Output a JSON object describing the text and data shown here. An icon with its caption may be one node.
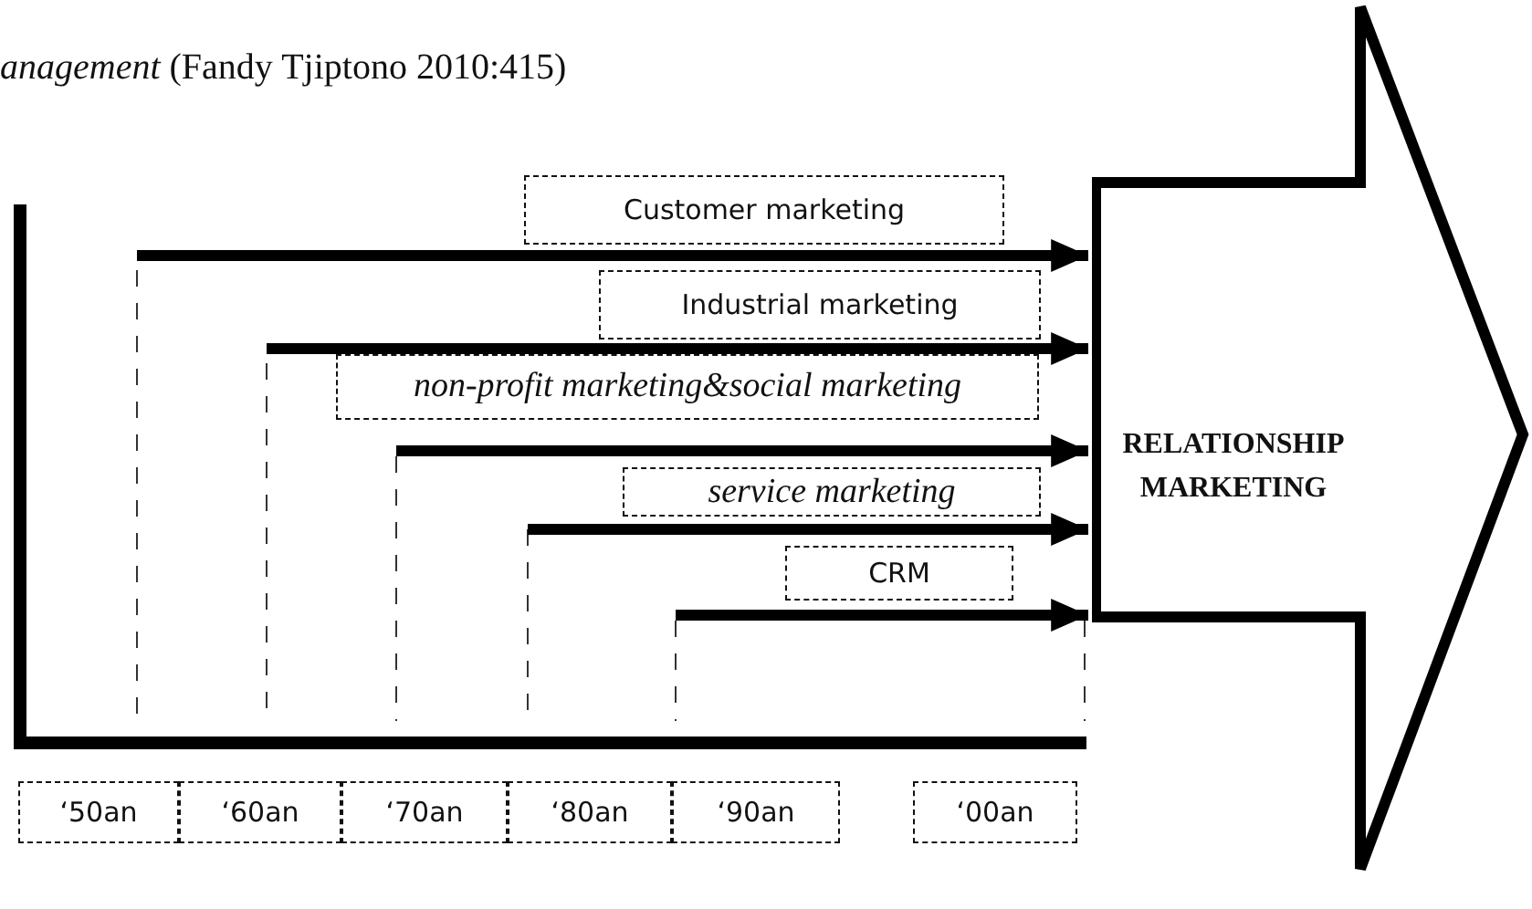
{
  "diagram": {
    "title": "*anagement* (Fandy Tjiptono 2010:415)",
    "nodes": [
      {
        "text": [
          "Customer marketing"
        ]
      },
      {
        "text": [
          "Industrial marketing"
        ]
      },
      {
        "text": [
          "non-profit marketing&social marketing"
        ]
      },
      {
        "text": [
          "service marketing"
        ]
      },
      {
        "text": [
          "CRM"
        ]
      },
      {
        "text": [
          "RELATIONSHIP MARKETING"
        ]
      },
      {
        "text": [
          "‘50an"
        ]
      },
      {
        "text": [
          "‘60an"
        ]
      },
      {
        "text": [
          "‘70an"
        ]
      },
      {
        "text": [
          "‘80an"
        ]
      },
      {
        "text": [
          "‘90an"
        ]
      },
      {
        "text": [
          "‘00an"
        ]
      }
    ],
    "edges": [
      {
        "from": null,
        "to": 5,
        "arrow": "to"
      },
      {
        "from": null,
        "to": 5,
        "arrow": "to"
      },
      {
        "from": null,
        "to": 5,
        "arrow": "to"
      },
      {
        "from": null,
        "to": 5,
        "arrow": "to"
      },
      {
        "from": null,
        "to": 5,
        "arrow": "to"
      }
    ]
  }
}
